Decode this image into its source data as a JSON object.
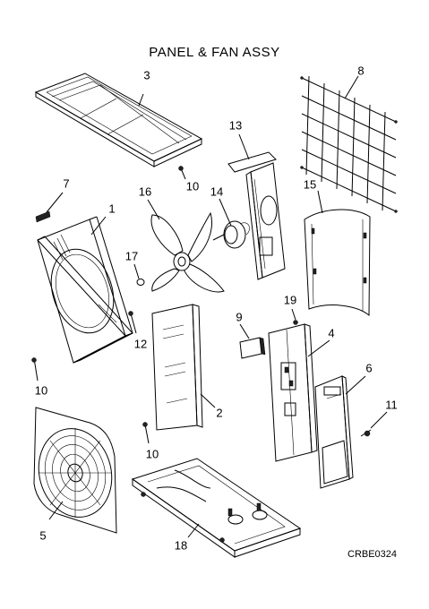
{
  "title": "PANEL & FAN ASSY",
  "drawing_code": "CRBE0324",
  "callouts": [
    {
      "id": "lbl-3",
      "text": "3"
    },
    {
      "id": "lbl-8",
      "text": "8"
    },
    {
      "id": "lbl-13",
      "text": "13"
    },
    {
      "id": "lbl-7",
      "text": "7"
    },
    {
      "id": "lbl-1",
      "text": "1"
    },
    {
      "id": "lbl-16",
      "text": "16"
    },
    {
      "id": "lbl-10a",
      "text": "10"
    },
    {
      "id": "lbl-14",
      "text": "14"
    },
    {
      "id": "lbl-15",
      "text": "15"
    },
    {
      "id": "lbl-17",
      "text": "17"
    },
    {
      "id": "lbl-19",
      "text": "19"
    },
    {
      "id": "lbl-9",
      "text": "9"
    },
    {
      "id": "lbl-12",
      "text": "12"
    },
    {
      "id": "lbl-4",
      "text": "4"
    },
    {
      "id": "lbl-6",
      "text": "6"
    },
    {
      "id": "lbl-10b",
      "text": "10"
    },
    {
      "id": "lbl-11",
      "text": "11"
    },
    {
      "id": "lbl-2",
      "text": "2"
    },
    {
      "id": "lbl-10c",
      "text": "10"
    },
    {
      "id": "lbl-5",
      "text": "5"
    },
    {
      "id": "lbl-18",
      "text": "18"
    }
  ]
}
